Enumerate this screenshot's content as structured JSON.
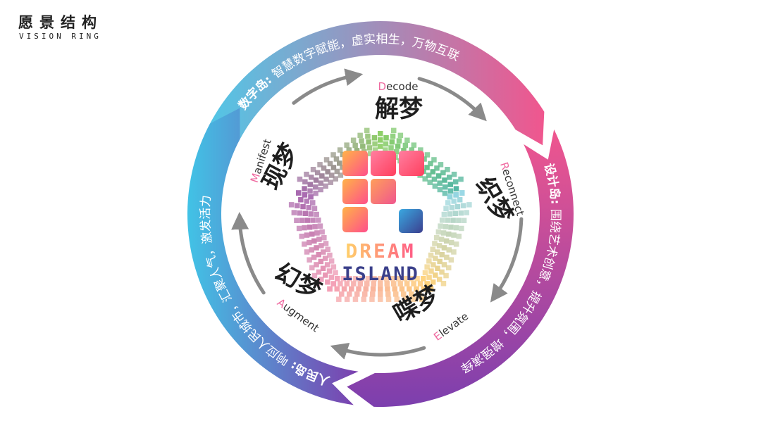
{
  "header": {
    "title_cn": "愿景结构",
    "title_en": "VISION RING"
  },
  "ring": {
    "segments": [
      {
        "label_bold": "数字岛:",
        "label_rest": "智慧数字赋能，虚实相生，万物互联",
        "color_a": "#52c6e6",
        "color_b": "#f0568e"
      },
      {
        "label_bold": "设计岛:",
        "label_rest": "围绕艺术创意，提升氛围，增强演绎",
        "color_a": "#f0568e",
        "color_b": "#7c3fae"
      },
      {
        "label_bold": "人民岛:",
        "label_rest": "响应人民城市，汇聚人气，激发活力",
        "color_a": "#7c3fae",
        "color_b": "#41c3e6"
      }
    ]
  },
  "stages": [
    {
      "en_initial": "D",
      "en_rest": "ecode",
      "cn": "解梦",
      "color": "#5bc292"
    },
    {
      "en_initial": "R",
      "en_rest": "econnect",
      "cn": "织梦",
      "color": "#ffe29a"
    },
    {
      "en_initial": "E",
      "en_rest": "levate",
      "cn": "喋梦",
      "color": "#f4a0c0"
    },
    {
      "en_initial": "A",
      "en_rest": "ugment",
      "cn": "幻梦",
      "color": "#a86ab0"
    },
    {
      "en_initial": "M",
      "en_rest": "anifest",
      "cn": "现梦",
      "color": "#6a9a9a"
    }
  ],
  "logo": {
    "line1": "DREAM",
    "line2": "ISLAND",
    "line1_colors": [
      "#ffd06a",
      "#ff5a86"
    ],
    "line2_color": "#3a3f8a",
    "initial_color": "#ef6aa0"
  }
}
